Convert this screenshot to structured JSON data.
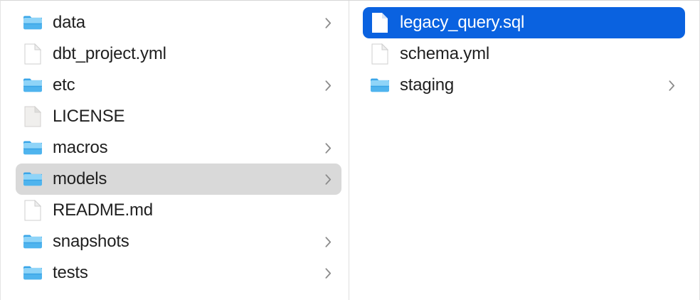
{
  "window": {
    "title": "Finder Column View",
    "view_mode": "column",
    "background_color": "#ffffff",
    "divider_color": "#dedede",
    "selection_active_color": "#0a62e0",
    "selection_inactive_color": "#d9d9d9",
    "text_color": "#1f1f1f",
    "selected_text_color": "#ffffff",
    "chevron_color": "#8a8a8a",
    "folder_icon_color": "#54b9f2",
    "file_icon_color": "#ffffff"
  },
  "columns": [
    {
      "name": "parent-column",
      "items": [
        {
          "label": "data",
          "kind": "folder",
          "icon": "folder-icon",
          "has_chevron": true,
          "selected": false
        },
        {
          "label": "dbt_project.yml",
          "kind": "file",
          "icon": "document-icon",
          "has_chevron": false,
          "selected": false
        },
        {
          "label": "etc",
          "kind": "folder",
          "icon": "folder-icon",
          "has_chevron": true,
          "selected": false
        },
        {
          "label": "LICENSE",
          "kind": "file",
          "icon": "document-plain-icon",
          "has_chevron": false,
          "selected": false
        },
        {
          "label": "macros",
          "kind": "folder",
          "icon": "folder-icon",
          "has_chevron": true,
          "selected": false
        },
        {
          "label": "models",
          "kind": "folder",
          "icon": "folder-icon",
          "has_chevron": true,
          "selected": "inactive"
        },
        {
          "label": "README.md",
          "kind": "file",
          "icon": "document-icon",
          "has_chevron": false,
          "selected": false
        },
        {
          "label": "snapshots",
          "kind": "folder",
          "icon": "folder-icon",
          "has_chevron": true,
          "selected": false
        },
        {
          "label": "tests",
          "kind": "folder",
          "icon": "folder-icon",
          "has_chevron": true,
          "selected": false
        }
      ]
    },
    {
      "name": "child-column",
      "items": [
        {
          "label": "legacy_query.sql",
          "kind": "file",
          "icon": "document-icon",
          "has_chevron": false,
          "selected": "active"
        },
        {
          "label": "schema.yml",
          "kind": "file",
          "icon": "document-icon",
          "has_chevron": false,
          "selected": false
        },
        {
          "label": "staging",
          "kind": "folder",
          "icon": "folder-icon",
          "has_chevron": true,
          "selected": false
        }
      ]
    }
  ]
}
